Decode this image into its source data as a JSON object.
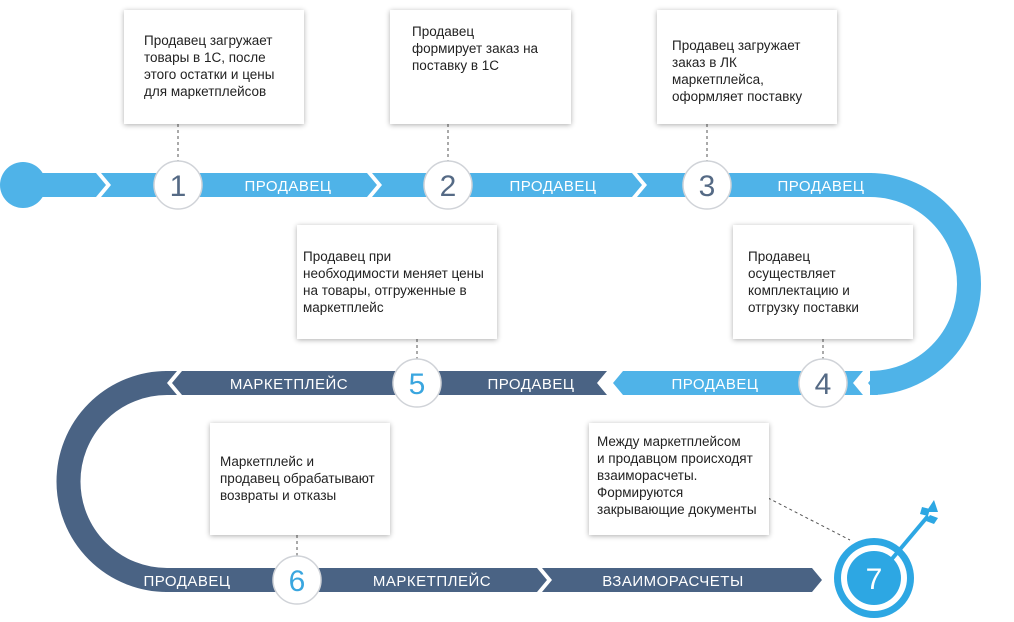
{
  "colors": {
    "light_blue": "#4fb3e8",
    "dark_blue": "#4a6384",
    "circle_text_light": "#3aa6df",
    "circle_text_dark": "#556a85",
    "target_blue": "#2da7e3"
  },
  "steps": [
    {
      "number": "1",
      "text": "Продавец загружает\nтовары в 1С, после\nэтого остатки и цены\nдля маркетплейсов"
    },
    {
      "number": "2",
      "text": "Продавец\nформирует заказ на\nпоставку в 1С"
    },
    {
      "number": "3",
      "text": "Продавец загружает\nзаказ в ЛК\nмаркетплейса,\nоформляет поставку"
    },
    {
      "number": "4",
      "text": "Продавец\nосуществляет\nкомплектацию и\nотгрузку поставки"
    },
    {
      "number": "5",
      "text": "Продавец при\nнеобходимости меняет цены\nна товары, отгруженные в\nмаркетплейс"
    },
    {
      "number": "6",
      "text": "Маркетплейс и\nпродавец обрабатывают\nвозвраты и отказы"
    },
    {
      "number": "7",
      "text": "Между маркетплейсом\nи продавцом происходят\nвзаиморасчеты.\nФормируются\nзакрывающие документы"
    }
  ],
  "segment_labels": {
    "row1_seg1": "ПРОДАВЕЦ",
    "row1_seg2": "ПРОДАВЕЦ",
    "row1_seg3": "ПРОДАВЕЦ",
    "row2_seg1": "МАРКЕТПЛЕЙС",
    "row2_seg2": "ПРОДАВЕЦ",
    "row2_seg3": "ПРОДАВЕЦ",
    "row3_seg1": "ПРОДАВЕЦ",
    "row3_seg2": "МАРКЕТПЛЕЙС",
    "row3_seg3": "ВЗАИМОРАСЧЕТЫ"
  }
}
